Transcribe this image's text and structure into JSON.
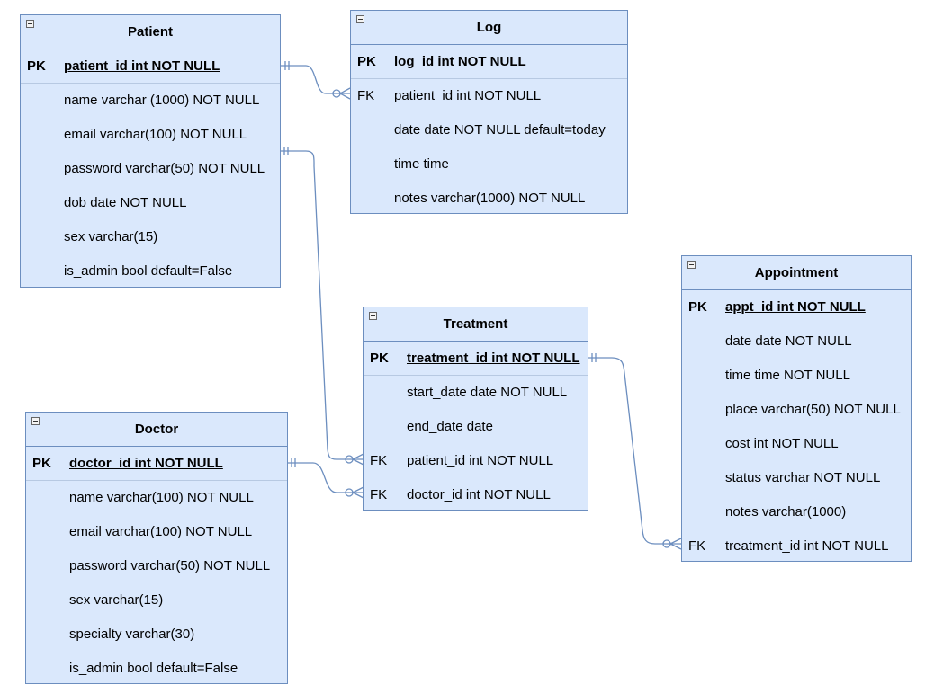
{
  "entities": {
    "patient": {
      "title": "Patient",
      "rows": [
        {
          "key": "PK",
          "field": "patient_id int NOT NULL"
        },
        {
          "key": "",
          "field": "name varchar (1000) NOT NULL"
        },
        {
          "key": "",
          "field": "email varchar(100) NOT NULL"
        },
        {
          "key": "",
          "field": "password varchar(50) NOT NULL"
        },
        {
          "key": "",
          "field": "dob date NOT NULL"
        },
        {
          "key": "",
          "field": "sex varchar(15)"
        },
        {
          "key": "",
          "field": "is_admin bool default=False"
        }
      ]
    },
    "log": {
      "title": "Log",
      "rows": [
        {
          "key": "PK",
          "field": "log_id int NOT NULL"
        },
        {
          "key": "FK",
          "field": "patient_id int NOT NULL"
        },
        {
          "key": "",
          "field": "date date NOT NULL default=today"
        },
        {
          "key": "",
          "field": "time time"
        },
        {
          "key": "",
          "field": "notes varchar(1000) NOT NULL"
        }
      ]
    },
    "appointment": {
      "title": "Appointment",
      "rows": [
        {
          "key": "PK",
          "field": "appt_id int NOT NULL"
        },
        {
          "key": "",
          "field": "date date NOT NULL"
        },
        {
          "key": "",
          "field": "time time NOT NULL"
        },
        {
          "key": "",
          "field": "place varchar(50) NOT NULL"
        },
        {
          "key": "",
          "field": "cost int NOT NULL"
        },
        {
          "key": "",
          "field": "status varchar NOT NULL"
        },
        {
          "key": "",
          "field": "notes varchar(1000)"
        },
        {
          "key": "FK",
          "field": "treatment_id int NOT NULL"
        }
      ]
    },
    "treatment": {
      "title": "Treatment",
      "rows": [
        {
          "key": "PK",
          "field": "treatment_id int NOT NULL"
        },
        {
          "key": "",
          "field": "start_date date NOT NULL"
        },
        {
          "key": "",
          "field": "end_date date"
        },
        {
          "key": "FK",
          "field": "patient_id int NOT NULL"
        },
        {
          "key": "FK",
          "field": "doctor_id int NOT NULL"
        }
      ]
    },
    "doctor": {
      "title": "Doctor",
      "rows": [
        {
          "key": "PK",
          "field": "doctor_id int NOT NULL"
        },
        {
          "key": "",
          "field": "name varchar(100) NOT NULL"
        },
        {
          "key": "",
          "field": "email varchar(100) NOT NULL"
        },
        {
          "key": "",
          "field": "password varchar(50) NOT NULL"
        },
        {
          "key": "",
          "field": "sex varchar(15)"
        },
        {
          "key": "",
          "field": "specialty varchar(30)"
        },
        {
          "key": "",
          "field": "is_admin bool default=False"
        }
      ]
    }
  },
  "relationships": [
    {
      "from": "patient.patient_id",
      "to": "log.patient_id",
      "from_cardinality": "one-and-only-one",
      "to_cardinality": "zero-or-many"
    },
    {
      "from": "patient.patient_id",
      "to": "treatment.patient_id",
      "from_cardinality": "one-and-only-one",
      "to_cardinality": "zero-or-many"
    },
    {
      "from": "doctor.doctor_id",
      "to": "treatment.doctor_id",
      "from_cardinality": "one-and-only-one",
      "to_cardinality": "zero-or-many"
    },
    {
      "from": "treatment.treatment_id",
      "to": "appointment.treatment_id",
      "from_cardinality": "one-and-only-one",
      "to_cardinality": "zero-or-many"
    }
  ],
  "colors": {
    "entity_fill": "#dae8fc",
    "entity_stroke": "#6c8ebf",
    "text": "#000000"
  }
}
